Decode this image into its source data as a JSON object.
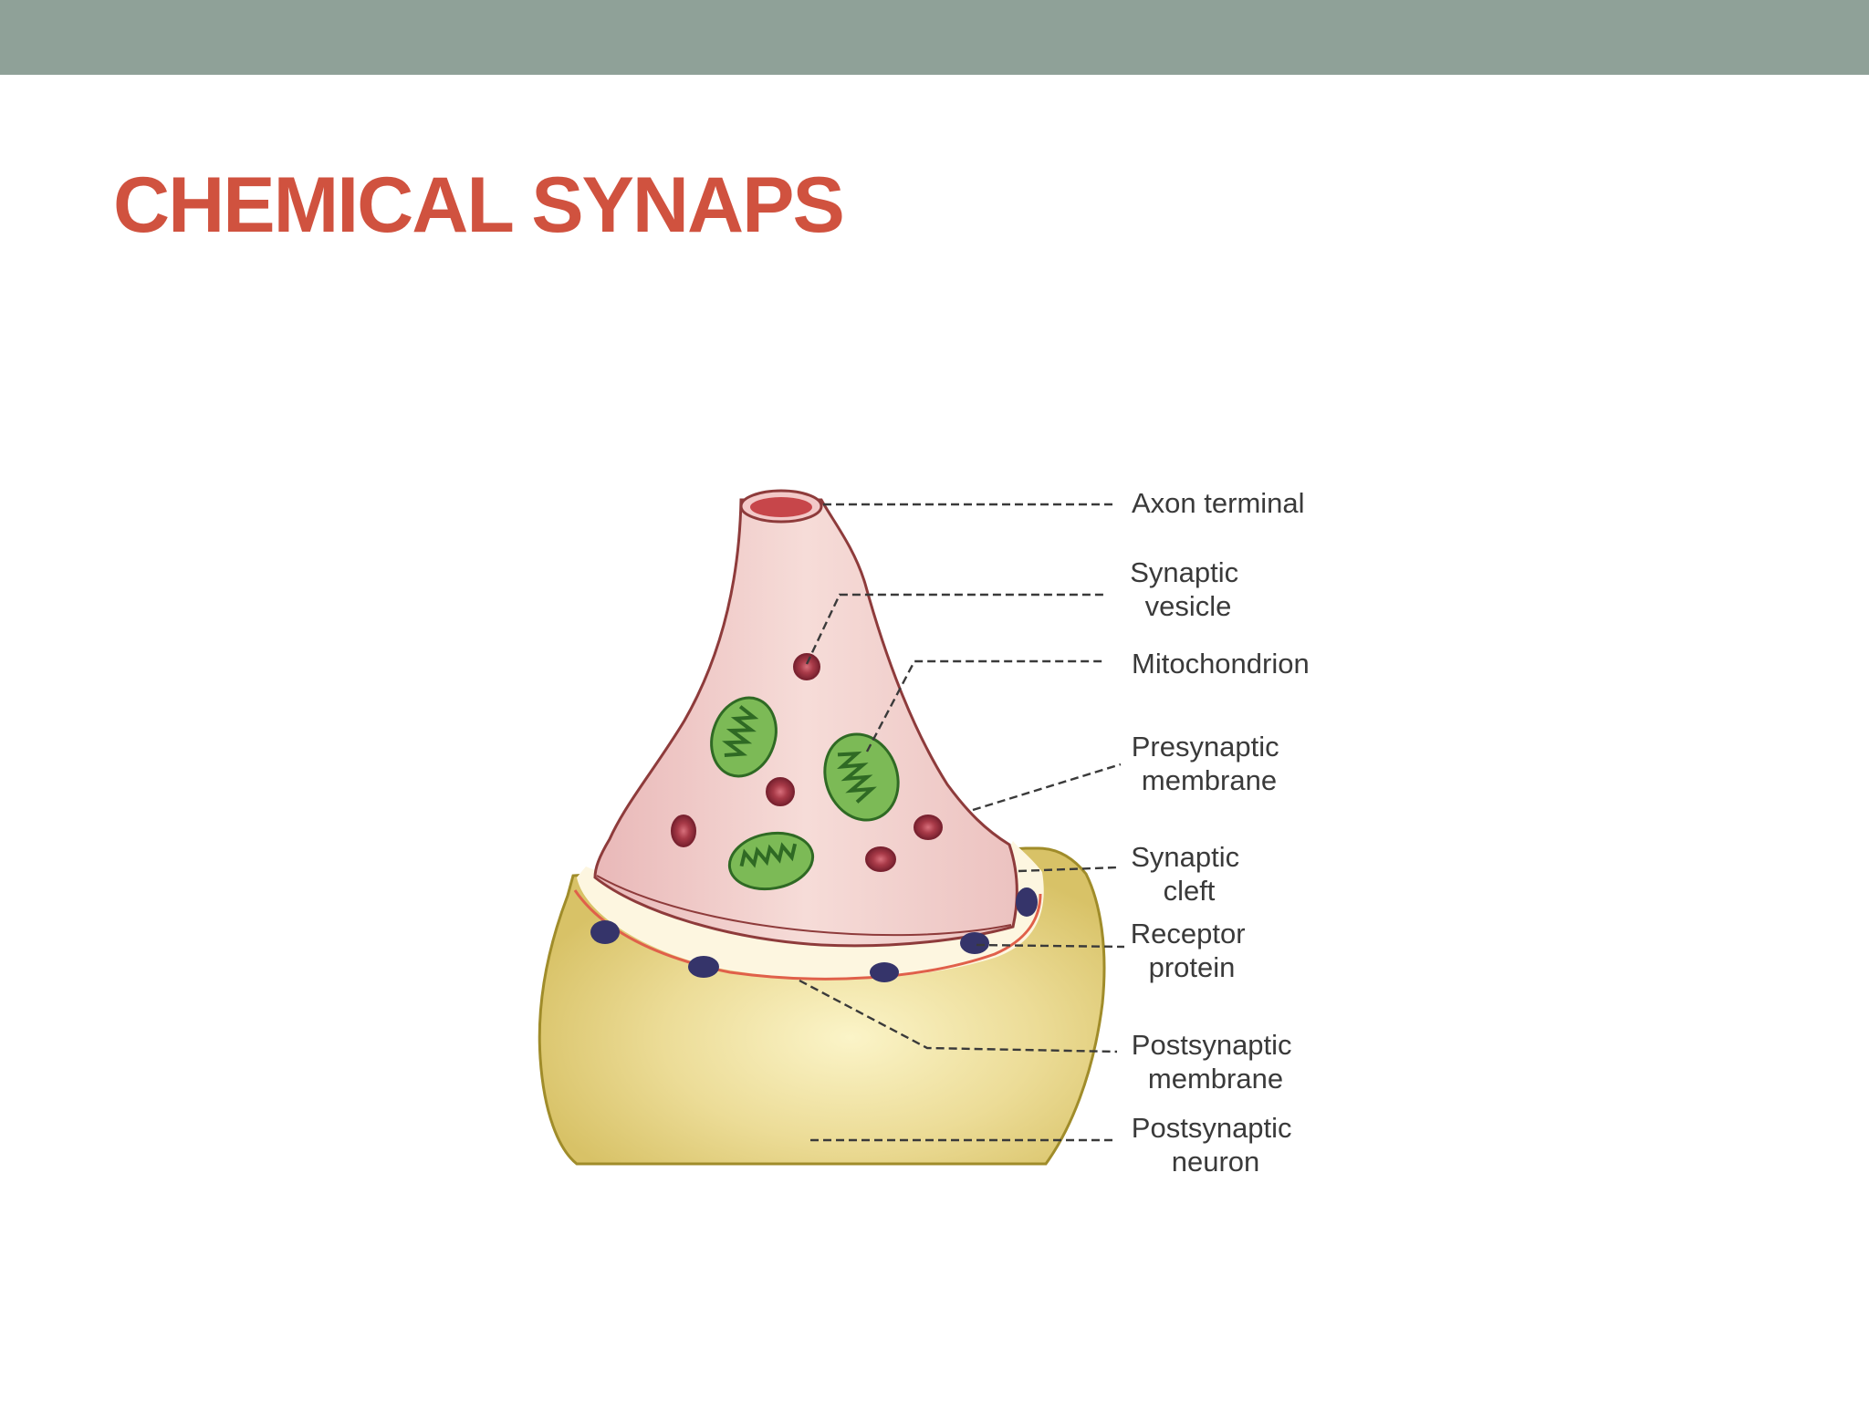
{
  "slide": {
    "title": "CHEMICAL SYNAPS",
    "accent_color": "#d0523f",
    "header_bar_color": "#8fa198"
  },
  "diagram": {
    "labels": {
      "axon_terminal": [
        "Axon terminal"
      ],
      "synaptic_vesicle": [
        "Synaptic",
        "vesicle"
      ],
      "mitochondrion": [
        "Mitochondrion"
      ],
      "presynaptic_membrane": [
        "Presynaptic",
        "membrane"
      ],
      "synaptic_cleft": [
        "Synaptic",
        "cleft"
      ],
      "receptor_protein": [
        "Receptor",
        "protein"
      ],
      "postsynaptic_membrane": [
        "Postsynaptic",
        "membrane"
      ],
      "postsynaptic_neuron": [
        "Postsynaptic",
        "neuron"
      ]
    },
    "colors": {
      "axon_fill": "#f0cccc",
      "axon_stroke": "#8e3b3b",
      "vesicle": "#a83a48",
      "mitochondrion": "#6cae4a",
      "mitochondrion_cristae": "#2f6a24",
      "cleft": "#fdf6e0",
      "receptor": "#35346a",
      "postsynaptic_fill": "#e4d284",
      "postsynaptic_stroke": "#a08c2a",
      "postsynaptic_membrane": "#e0604a"
    }
  }
}
